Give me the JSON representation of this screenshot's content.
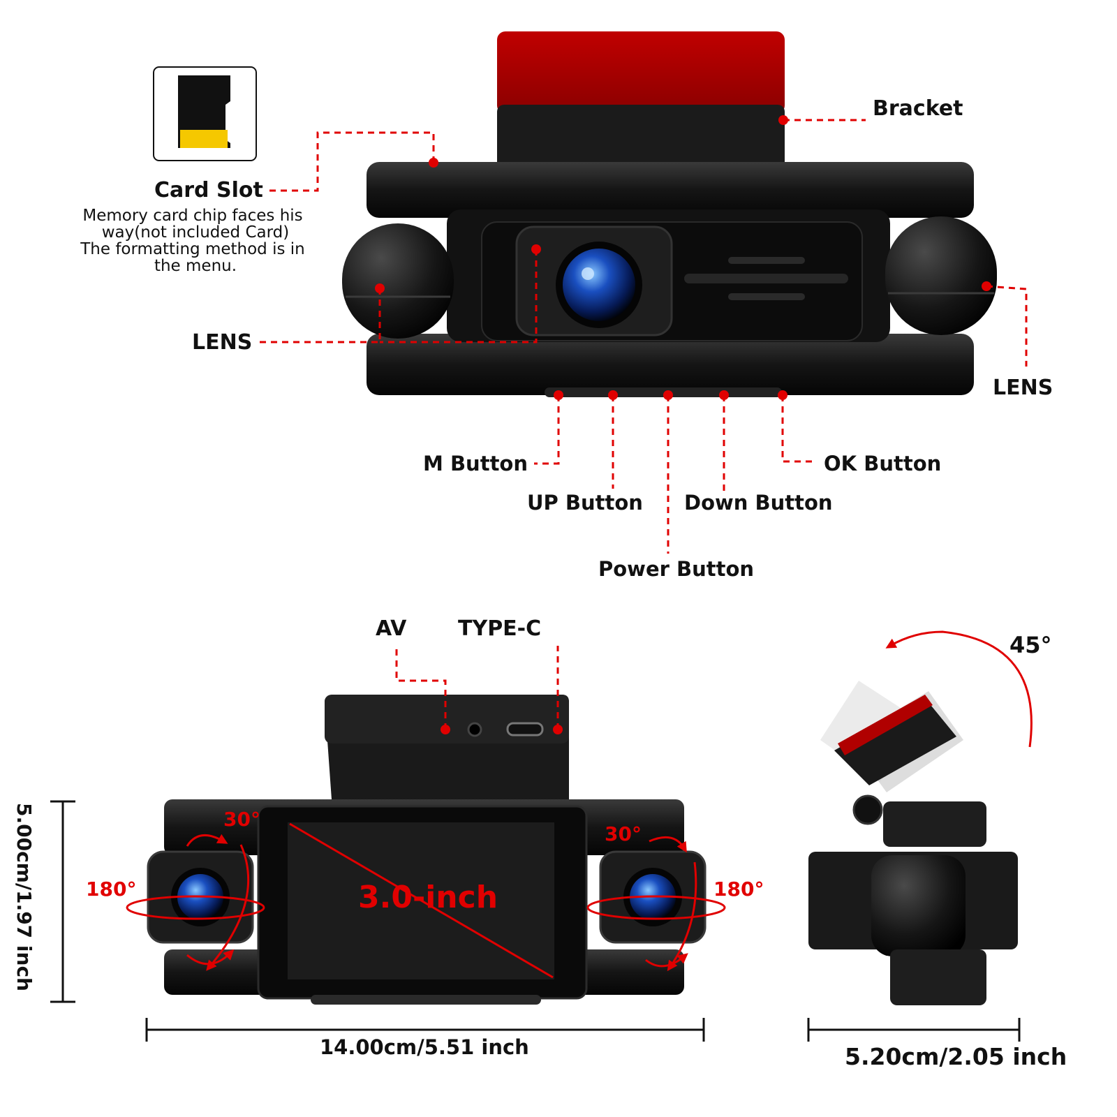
{
  "labels": {
    "card_slot": "Card Slot",
    "card_note": [
      "Memory card chip faces his",
      "way(not included Card)",
      "The formatting method is in",
      "the menu."
    ],
    "bracket": "Bracket",
    "lens_left": "LENS",
    "lens_right": "LENS",
    "m_button": "M Button",
    "up_button": "UP Button",
    "power_button": "Power Button",
    "down_button": "Down Button",
    "ok_button": "OK Button",
    "av": "AV",
    "type_c": "TYPE-C",
    "screen_size": "3.0-inch",
    "rot_30_left": "30°",
    "rot_180_left": "180°",
    "rot_30_right": "30°",
    "rot_180_right": "180°",
    "tilt_angle": "45°",
    "height": "5.00cm/1.97 inch",
    "width": "14.00cm/5.51 inch",
    "depth": "5.20cm/2.05 inch"
  },
  "colors": {
    "accent": "#e00000",
    "device_body": "#1a1a1a",
    "adhesive_pad": "#a80000",
    "card_gold": "#f5c800"
  },
  "icons": [
    "sd-card-icon"
  ]
}
